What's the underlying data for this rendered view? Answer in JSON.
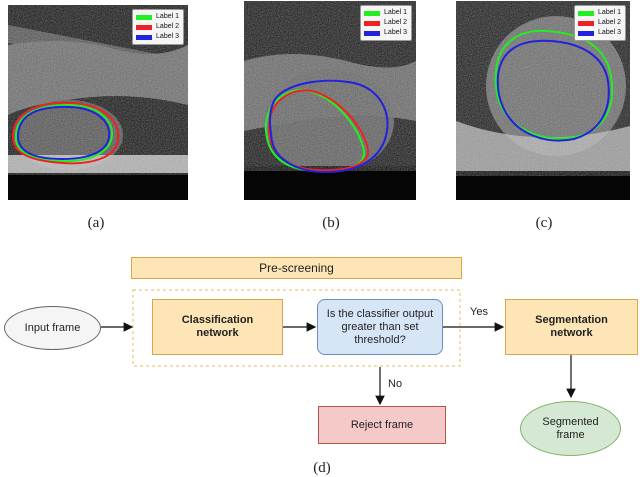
{
  "legend": {
    "items": [
      {
        "label": "Label 1",
        "color": "#22ee22"
      },
      {
        "label": "Label 2",
        "color": "#ee2222"
      },
      {
        "label": "Label 3",
        "color": "#2222dd"
      }
    ]
  },
  "captions": {
    "a": "(a)",
    "b": "(b)",
    "c": "(c)",
    "d": "(d)"
  },
  "diagram": {
    "prescreening": "Pre-screening",
    "input": "Input frame",
    "classification": "Classification network",
    "decision": "Is the classifier output greater than set threshold?",
    "segmentation": "Segmentation network",
    "reject": "Reject frame",
    "segmented": "Segmented frame",
    "yes": "Yes",
    "no": "No"
  },
  "colors": {
    "orange_fill": "#fde5b6",
    "orange_border": "#d9a64a",
    "decision_fill": "#d7e6f7",
    "decision_border": "#6c8ebf",
    "reject_fill": "#f5c9c8",
    "reject_border": "#b85450",
    "green_fill": "#d5e8d4",
    "green_border": "#82b366",
    "grey_fill": "#f5f5f5",
    "grey_border": "#666666"
  }
}
